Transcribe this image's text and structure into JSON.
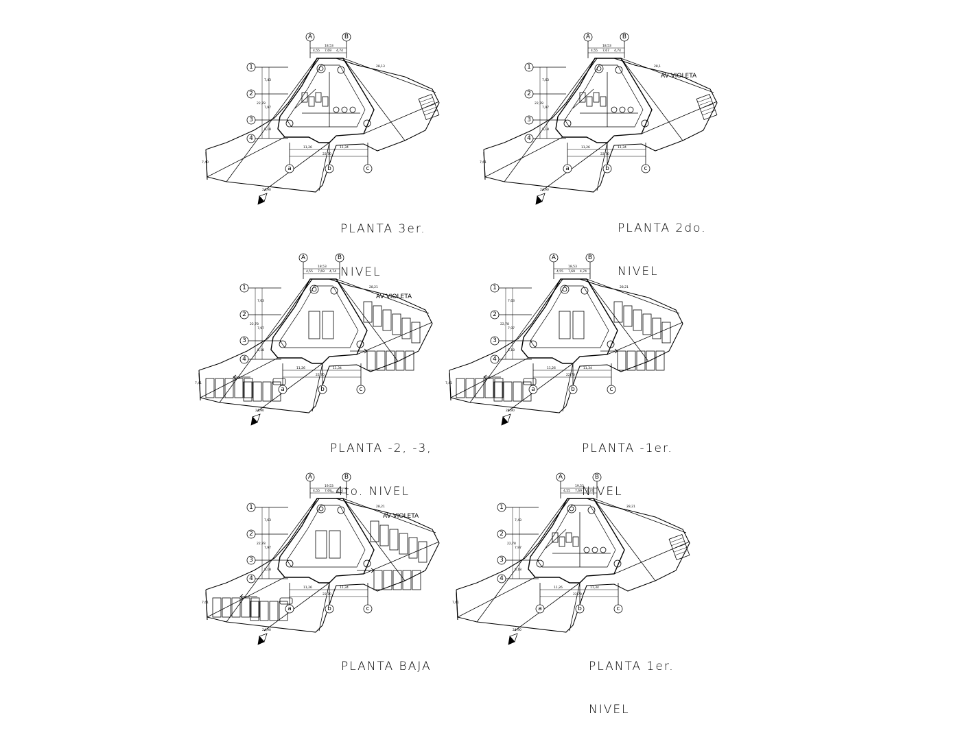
{
  "plans": [
    {
      "id": "planta-3er-nivel",
      "title_line1": "PLANTA 3er.",
      "title_line2": "NIVEL",
      "street": "",
      "dims": {
        "top": "18,53",
        "sub1": "4,55",
        "sub2": "7,69",
        "sub3": "4,74",
        "left1": "7,43",
        "left2": "22,78",
        "left3": "7,97",
        "left4": "5,18",
        "bot1": "11,26",
        "bot2": "11,34",
        "bot3": "22,70",
        "diag": "24,90",
        "side": "7,40",
        "topright": "28,13"
      }
    },
    {
      "id": "planta-2do-nivel",
      "title_line1": "PLANTA 2do.",
      "title_line2": "NIVEL",
      "street": "AV VIOLETA",
      "dims": {
        "top": "18,53",
        "sub1": "4,55",
        "sub2": "7,67",
        "sub3": "4,74",
        "left1": "7,63",
        "left2": "22,78",
        "left3": "7,97",
        "left4": "5,18",
        "bot1": "11,26",
        "bot2": "11,34",
        "bot3": "22,70",
        "diag": "24,90",
        "side": "7,61",
        "topright": "28,1"
      }
    },
    {
      "id": "planta-sotano-2-3-4",
      "title_line1": "PLANTA -2, -3,",
      "title_line2": "-4to. NIVEL",
      "street": "AV VIOLETA",
      "dims": {
        "top": "18,53",
        "sub1": "4,55",
        "sub2": "7,69",
        "sub3": "4,74",
        "left1": "7,63",
        "left2": "22,78",
        "left3": "7,97",
        "left4": "5,18",
        "bot1": "11,26",
        "bot2": "11,34",
        "bot3": "22,70",
        "diag": "24,90",
        "side": "7,41",
        "topright": "28,21"
      }
    },
    {
      "id": "planta-sotano-1er-nivel",
      "title_line1": "PLANTA -1er.",
      "title_line2": "NIVEL",
      "street": "",
      "dims": {
        "top": "18,53",
        "sub1": "4,55",
        "sub2": "7,69",
        "sub3": "4,74",
        "left1": "7,63",
        "left2": "22,78",
        "left3": "7,97",
        "left4": "5,18",
        "bot1": "11,26",
        "bot2": "11,34",
        "bot3": "22,70",
        "diag": "24,90",
        "side": "7,41",
        "topright": "28,21"
      }
    },
    {
      "id": "planta-baja",
      "title_line1": "PLANTA BAJA",
      "title_line2": "",
      "street": "AV VIOLETA",
      "dims": {
        "top": "19,53",
        "sub1": "4,55",
        "sub2": "7,69",
        "sub3": "4,74",
        "left1": "7,63",
        "left2": "22,78",
        "left3": "7,97",
        "left4": "5,18",
        "bot1": "11,26",
        "bot2": "11,34",
        "bot3": "22,70",
        "diag": "24,90",
        "side": "7,61",
        "topright": "28,21"
      }
    },
    {
      "id": "planta-1er-nivel",
      "title_line1": "PLANTA 1er.",
      "title_line2": "NIVEL",
      "street": "",
      "dims": {
        "top": "19,53",
        "sub1": "4,55",
        "sub2": "7,69",
        "sub3": "4,74",
        "left1": "7,43",
        "left2": "22,78",
        "left3": "7,97",
        "left4": "5,18",
        "bot1": "11,26",
        "bot2": "11,34",
        "bot3": "22,70",
        "diag": "24,90",
        "side": "7,61",
        "topright": "28,21"
      }
    }
  ],
  "grid_axes": {
    "col_a": "A",
    "col_b": "B",
    "row_1": "1",
    "row_2": "2",
    "row_3": "3",
    "row_4": "4",
    "col_a_bot": "a",
    "col_b_bot": "b",
    "col_c_bot": "c"
  }
}
